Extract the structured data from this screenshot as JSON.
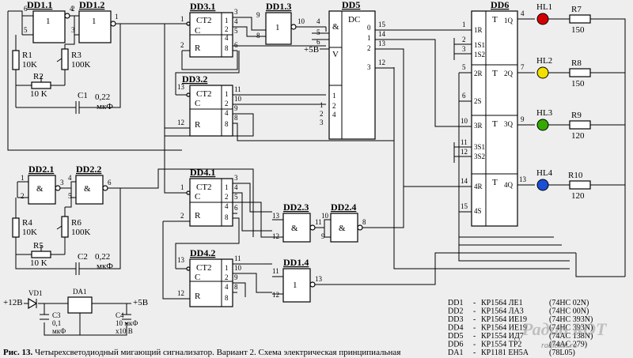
{
  "colors": {
    "hl1": "#d40000",
    "hl2": "#f2e000",
    "hl3": "#33aa00",
    "hl4": "#1a4fd8",
    "background": "#eeeeee"
  },
  "labels": {
    "dd1_1": "DD1.1",
    "dd1_2": "DD1.2",
    "dd1_3": "DD1.3",
    "dd1_4": "DD1.4",
    "dd2_1": "DD2.1",
    "dd2_2": "DD2.2",
    "dd2_3": "DD2.3",
    "dd2_4": "DD2.4",
    "dd3_1": "DD3.1",
    "dd3_2": "DD3.2",
    "dd4_1": "DD4.1",
    "dd4_2": "DD4.2",
    "dd5": "DD5",
    "dd6": "DD6",
    "da1": "DA1",
    "vd1": "VD1",
    "hl1": "HL1",
    "hl2": "HL2",
    "hl3": "HL3",
    "hl4": "HL4",
    "r1": "R1",
    "r1v": "10K",
    "r2": "R2",
    "r2v": "10 K",
    "r3": "R3",
    "r3v": "100K",
    "r4": "R4",
    "r4v": "10K",
    "r5": "R5",
    "r5v": "10 K",
    "r6": "R6",
    "r6v": "100K",
    "r7": "R7",
    "r7v": "150",
    "r8": "R8",
    "r8v": "150",
    "r9": "R9",
    "r9v": "120",
    "r10": "R10",
    "r10v": "120",
    "c1": "C1",
    "c1v": "0,22",
    "c1u": "мкФ",
    "c2": "C2",
    "c2v": "0,22",
    "c2u": "мкФ",
    "c3": "C3",
    "c3v": "0,1",
    "c3u": "мкФ",
    "c4": "C4",
    "c4v": "10 мкФ",
    "c4u": "х10 В",
    "plus12": "+12В",
    "plus5": "+5В",
    "plus5dd5": "+5В",
    "ct2": "CT2",
    "dc": "DC",
    "t": "T",
    "and_sym": "&",
    "one_sym": "1",
    "c_in": "C",
    "r_in": "R",
    "v_in": "V"
  },
  "dd6_pins": {
    "p1r": "1R",
    "p1s1": "1S1",
    "p1s2": "1S2",
    "p2r": "2R",
    "p2s": "2S",
    "p3r": "3R",
    "p3s1": "3S1",
    "p3s2": "3S2",
    "p4r": "4R",
    "p4s": "4S",
    "q1": "1Q",
    "q2": "2Q",
    "q3": "3Q",
    "q4": "4Q"
  },
  "legend": [
    {
      "ref": "DD1",
      "part": "КР1564 ЛЕ1",
      "equiv": "(74HC 02N)"
    },
    {
      "ref": "DD2",
      "part": "КР1564 ЛА3",
      "equiv": "(74HC 00N)"
    },
    {
      "ref": "DD3",
      "part": "КР1564 ИЕ19",
      "equiv": "(74HC 393N)"
    },
    {
      "ref": "DD4",
      "part": "КР1564 ИЕ19",
      "equiv": "(74HC 393N)"
    },
    {
      "ref": "DD5",
      "part": "КР1554 ИД7",
      "equiv": "(74AC 138N)"
    },
    {
      "ref": "DD6",
      "part": "КР1554 ТР2",
      "equiv": "(74AC 279)"
    },
    {
      "ref": "DA1",
      "part": "КР1181 ЕН5А",
      "equiv": "(78L05)"
    }
  ],
  "caption": {
    "bold": "Рис. 13.",
    "text": " Четырехсветодиодный мигающий сигнализатор. Вариант 2. Схема электрическая принципиальная"
  },
  "watermark": {
    "logo": "Радио КОТ",
    "site": "radiokot.ru"
  }
}
